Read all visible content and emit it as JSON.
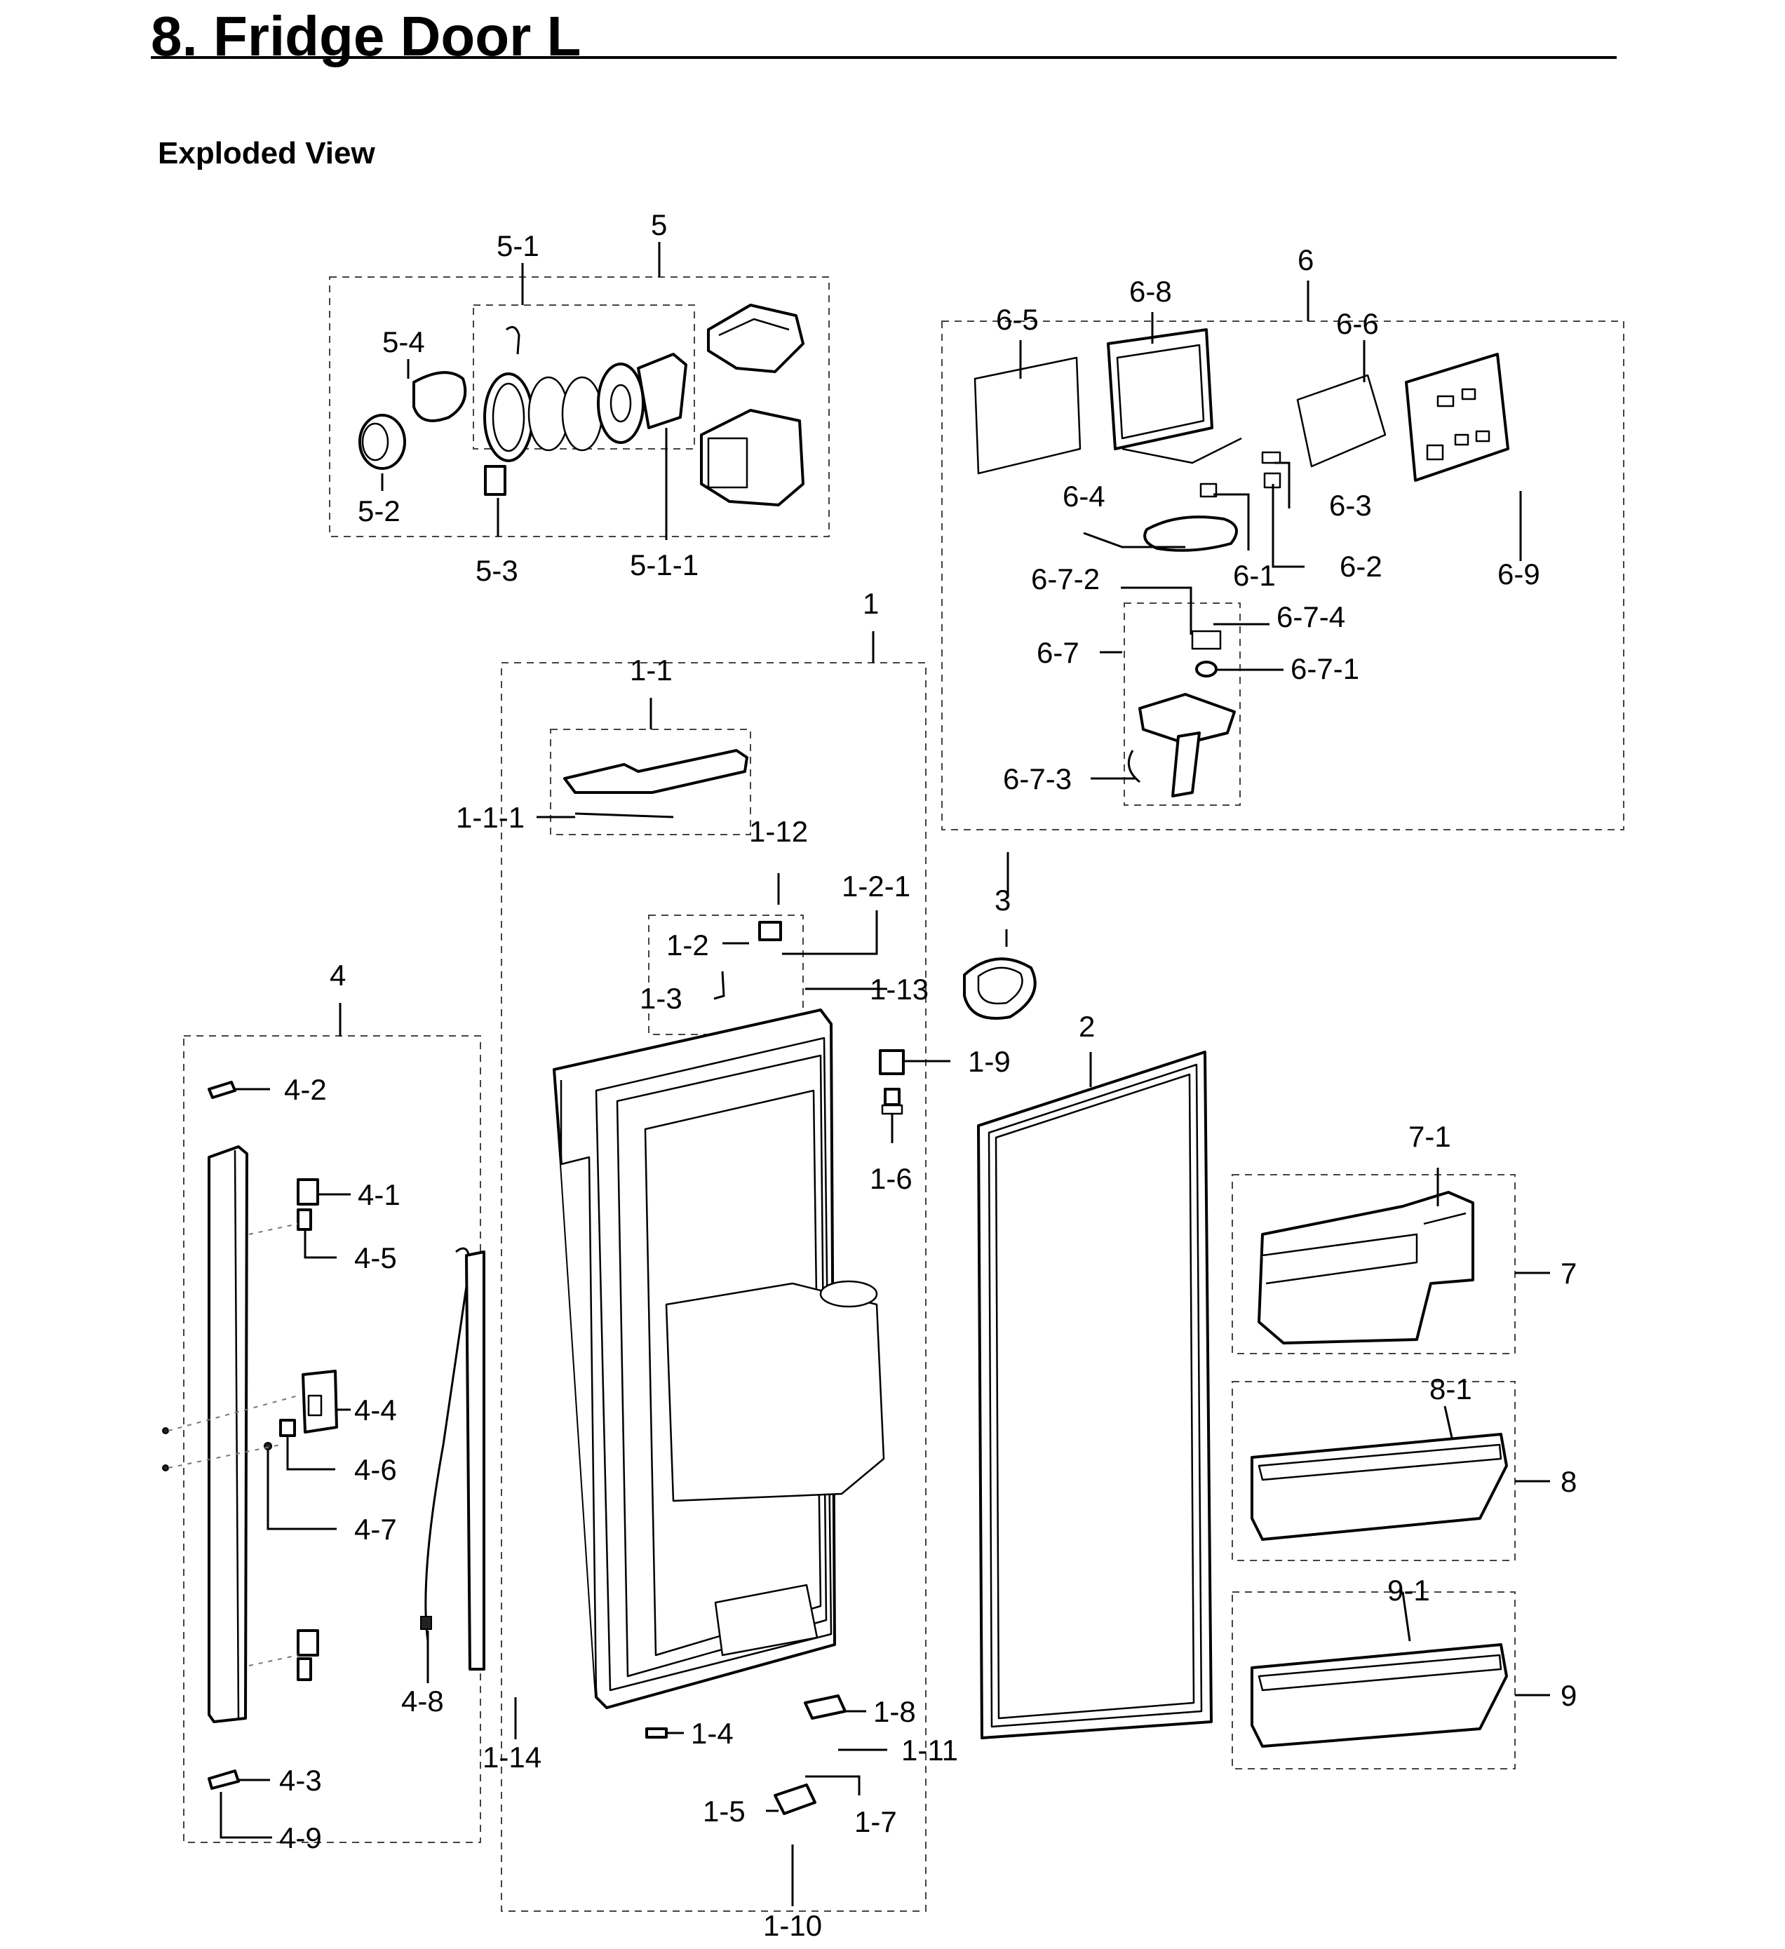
{
  "page": {
    "title": "8.  Fridge Door L",
    "subtitle": "Exploded View"
  },
  "callouts": {
    "c1": "1",
    "c1_1": "1-1",
    "c1_1_1": "1-1-1",
    "c1_2": "1-2",
    "c1_2_1": "1-2-1",
    "c1_3": "1-3",
    "c1_4": "1-4",
    "c1_5": "1-5",
    "c1_6": "1-6",
    "c1_7": "1-7",
    "c1_8": "1-8",
    "c1_9": "1-9",
    "c1_10": "1-10",
    "c1_11": "1-11",
    "c1_12": "1-12",
    "c1_13": "1-13",
    "c1_14": "1-14",
    "c2": "2",
    "c3": "3",
    "c4": "4",
    "c4_1": "4-1",
    "c4_2": "4-2",
    "c4_3": "4-3",
    "c4_4": "4-4",
    "c4_5": "4-5",
    "c4_6": "4-6",
    "c4_7": "4-7",
    "c4_8": "4-8",
    "c4_9": "4-9",
    "c5": "5",
    "c5_1": "5-1",
    "c5_1_1": "5-1-1",
    "c5_2": "5-2",
    "c5_3": "5-3",
    "c5_4": "5-4",
    "c6": "6",
    "c6_1": "6-1",
    "c6_2": "6-2",
    "c6_3": "6-3",
    "c6_4": "6-4",
    "c6_5": "6-5",
    "c6_6": "6-6",
    "c6_7": "6-7",
    "c6_7_1": "6-7-1",
    "c6_7_2": "6-7-2",
    "c6_7_3": "6-7-3",
    "c6_7_4": "6-7-4",
    "c6_8": "6-8",
    "c6_9": "6-9",
    "c7": "7",
    "c7_1": "7-1",
    "c8": "8",
    "c8_1": "8-1",
    "c9": "9",
    "c9_1": "9-1"
  }
}
